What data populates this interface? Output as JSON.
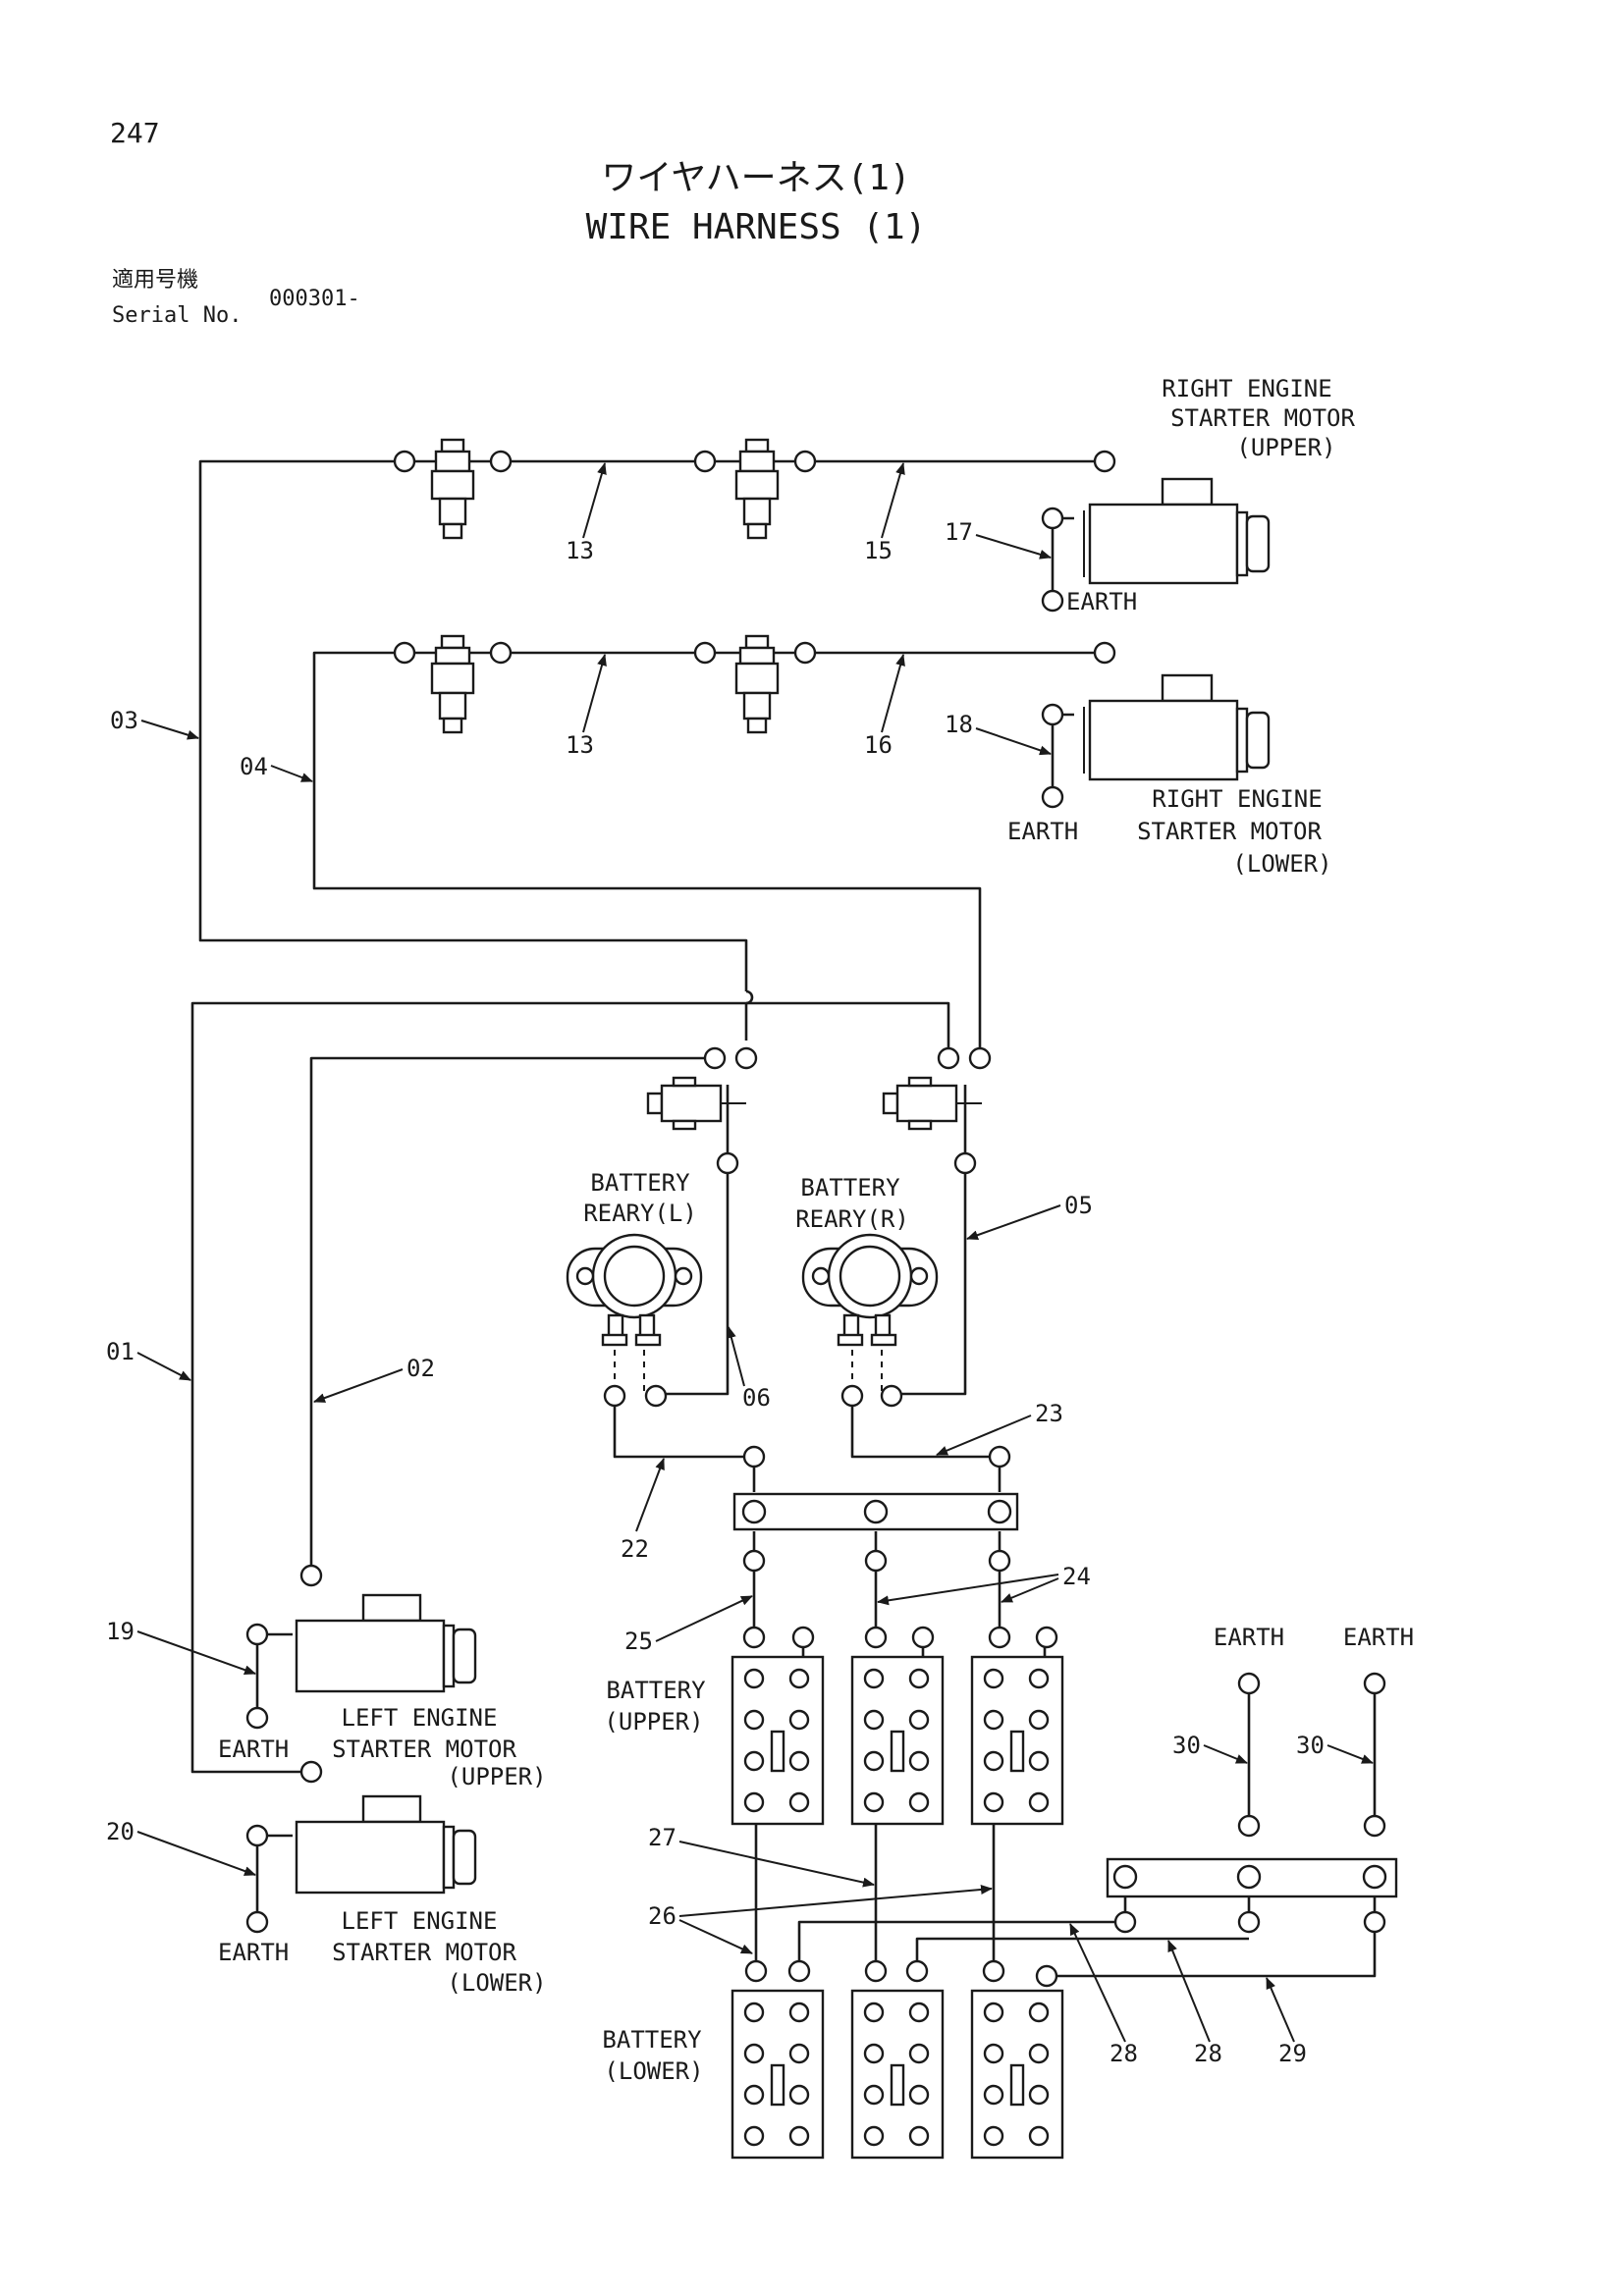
{
  "header": {
    "page_number": "247",
    "title_jp": "ワイヤハーネス(1)",
    "title_en": "WIRE HARNESS (1)",
    "serial_label_jp": "適用号機",
    "serial_label_en": "Serial No.",
    "serial_value": "000301-"
  },
  "components": {
    "right_starter_upper": [
      "RIGHT ENGINE",
      "STARTER MOTOR",
      "(UPPER)"
    ],
    "right_starter_lower": [
      "RIGHT ENGINE",
      "STARTER MOTOR",
      "(LOWER)"
    ],
    "left_starter_upper": [
      "LEFT ENGINE",
      "STARTER MOTOR",
      "(UPPER)"
    ],
    "left_starter_lower": [
      "LEFT ENGINE",
      "STARTER MOTOR",
      "(LOWER)"
    ],
    "battery_relay_l": [
      "BATTERY",
      "REARY(L)"
    ],
    "battery_relay_r": [
      "BATTERY",
      "REARY(R)"
    ],
    "battery_upper": [
      "BATTERY",
      "(UPPER)"
    ],
    "battery_lower": [
      "BATTERY",
      "(LOWER)"
    ],
    "earth": "EARTH"
  },
  "part_numbers": {
    "p01": "01",
    "p02": "02",
    "p03": "03",
    "p04": "04",
    "p05": "05",
    "p06": "06",
    "p13a": "13",
    "p13b": "13",
    "p15": "15",
    "p16": "16",
    "p17": "17",
    "p18": "18",
    "p19": "19",
    "p20": "20",
    "p22": "22",
    "p23": "23",
    "p24": "24",
    "p25": "25",
    "p26": "26",
    "p27": "27",
    "p28a": "28",
    "p28b": "28",
    "p29": "29",
    "p30a": "30",
    "p30b": "30"
  }
}
